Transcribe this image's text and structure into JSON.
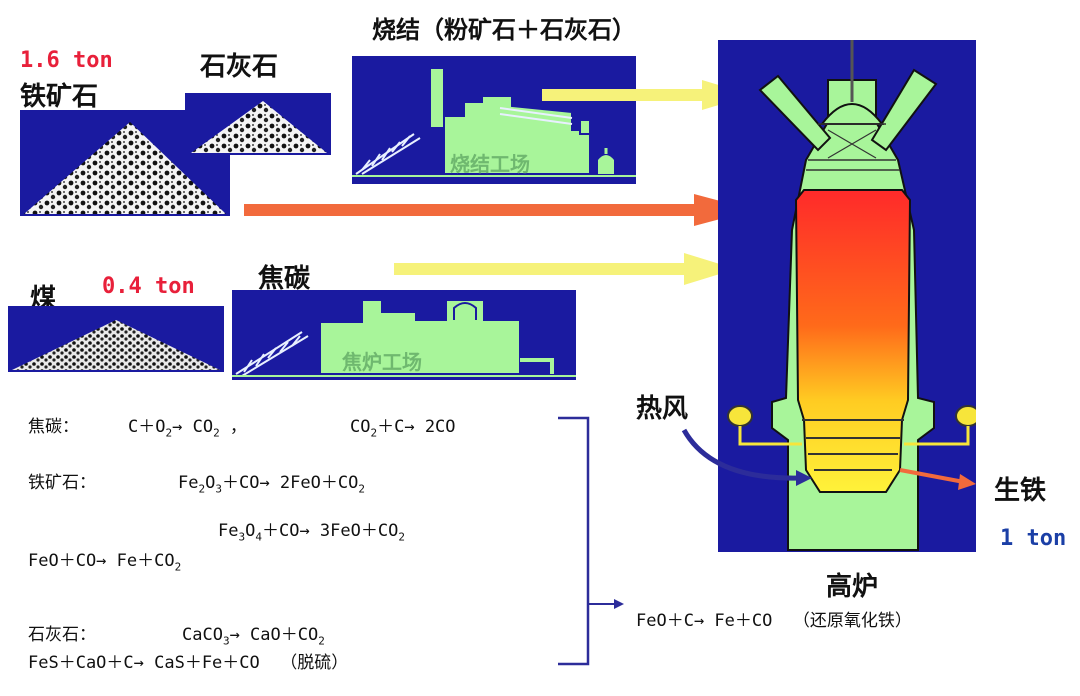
{
  "labels": {
    "iron_ore_qty": "1.6 ton",
    "iron_ore": "铁矿石",
    "limestone": "石灰石",
    "sinter_title": "烧结（粉矿石＋石灰石）",
    "sinter_plant": "烧结工场",
    "coal": "煤",
    "coal_qty": "0.4 ton",
    "coke": "焦碳",
    "coke_plant": "焦炉工场",
    "hot_blast": "热风",
    "pig_iron": "生铁",
    "pig_iron_qty": "1 ton",
    "blast_furnace": "高炉"
  },
  "reactions": {
    "coke_label": "焦碳：",
    "ore_label": "铁矿石：",
    "limestone_label": "石灰石：",
    "furnace_eq": "FeO＋C→ Fe＋CO",
    "furnace_note": "（还原氧化铁）",
    "desulf_note": "（脱硫）"
  },
  "colors": {
    "panel_blue": "#1a1aa0",
    "factory_green": "#a8f59a",
    "arrow_yellow": "#f6f27a",
    "arrow_orange": "#f26a3c",
    "bracket_blue": "#2c2c9a"
  }
}
